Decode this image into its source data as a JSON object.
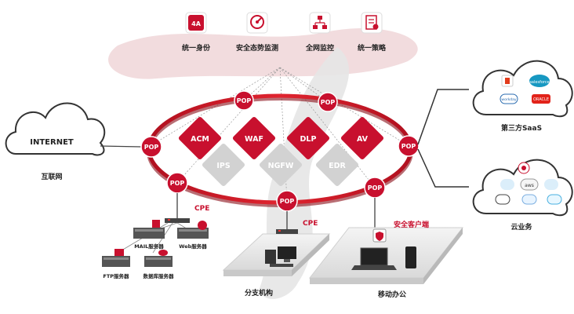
{
  "top_features": [
    {
      "icon": "4a-identity-icon",
      "icon_text": "4A",
      "label": "统一身份"
    },
    {
      "icon": "situation-awareness-icon",
      "label": "安全态势监测"
    },
    {
      "icon": "network-monitor-icon",
      "label": "全网监控"
    },
    {
      "icon": "policy-icon",
      "label": "统一策略"
    }
  ],
  "internet": {
    "cloud_text": "INTERNET",
    "label": "互联网"
  },
  "pop_label": "POP",
  "services_red": [
    "ACM",
    "WAF",
    "DLP",
    "AV"
  ],
  "services_gray": [
    "IPS",
    "NGFW",
    "EDR"
  ],
  "cpe_label": "CPE",
  "servers": [
    {
      "label": "MAIL服务器"
    },
    {
      "label": "Web服务器"
    },
    {
      "label": "FTP服务器"
    },
    {
      "label": "数据库服务器"
    }
  ],
  "branch": {
    "cpe_label": "CPE",
    "label": "分支机构"
  },
  "mobile": {
    "client_label": "安全客户端",
    "label": "移动办公"
  },
  "saas": {
    "label": "第三方SaaS",
    "apps": [
      "salesforce",
      "workday",
      "ORACLE"
    ]
  },
  "cloud_business": {
    "label": "云业务",
    "apps": [
      "aws"
    ]
  },
  "colors": {
    "accent": "#c8102e",
    "gray_service": "#d2d2d2"
  }
}
